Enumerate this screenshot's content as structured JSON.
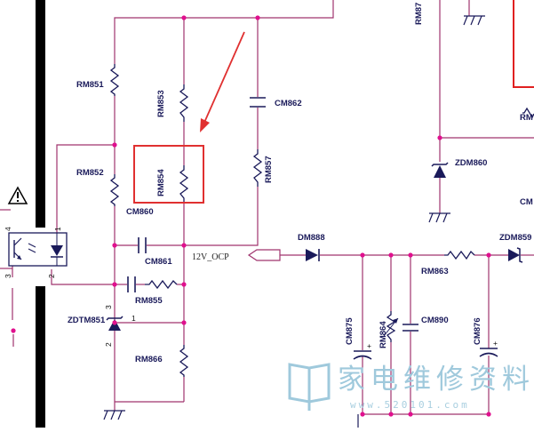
{
  "colors": {
    "wire": "#a0346e",
    "part": "#1a1a5a",
    "node": "#e0108e",
    "highlight": "#e03030",
    "bar": "#000000",
    "watermark": "#9fc9dc"
  },
  "labels": {
    "rm87": "RM87",
    "rm851": "RM851",
    "rm853": "RM853",
    "cm862": "CM862",
    "rm852": "RM852",
    "rm854": "RM854",
    "rm857": "RM857",
    "cm860": "CM860",
    "zdm860": "ZDM860",
    "rm_right": "RM",
    "cm_right": "CM",
    "cm861": "CM861",
    "ocp": "12V_OCP",
    "dm888": "DM888",
    "zdm859": "ZDM859",
    "rm863": "RM863",
    "rm855": "RM855",
    "zdtm851": "ZDTM851",
    "rm866": "RM866",
    "cm875": "CM875",
    "rm864": "RM864",
    "cm890": "CM890",
    "cm876": "CM876",
    "pin1_opto": "1",
    "pin2_opto": "2",
    "pin3_opto": "3",
    "pin4_opto": "4",
    "pin1_zd": "1",
    "pin2_zd": "2",
    "pin3_zd": "3"
  },
  "watermark": {
    "text": "家电维修资料网",
    "url": "www.520101.com"
  }
}
